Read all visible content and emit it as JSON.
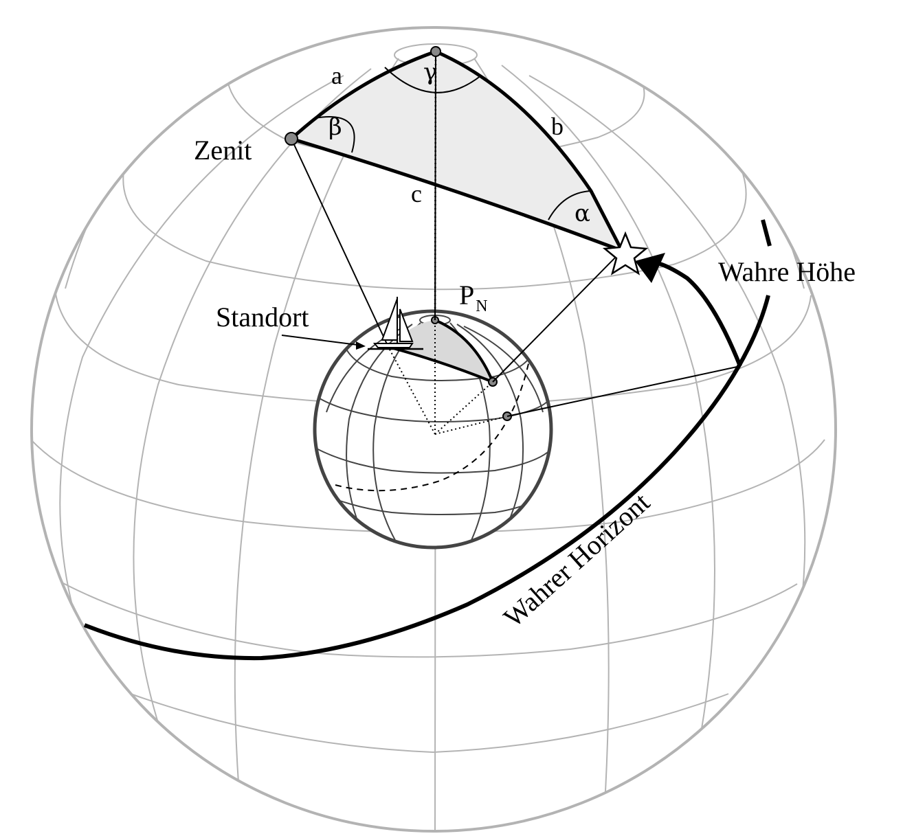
{
  "labels": {
    "zenith": "Zenit",
    "position": "Standort",
    "pole": "P",
    "pole_sub": "N",
    "true_altitude": "Wahre Höhe",
    "true_horizon": "Wahrer Horizont",
    "side_a": "a",
    "side_b": "b",
    "side_c": "c",
    "angle_alpha": "α",
    "angle_beta": "β",
    "angle_gamma": "γ"
  },
  "colors": {
    "celestial_grid": "#b3b3b3",
    "earth_grid": "#444444",
    "triangle_fill": "#ececec",
    "ink": "#000000",
    "node_fill": "#888888"
  },
  "icons": {
    "star": "star-icon",
    "ship": "sailboat-icon"
  }
}
